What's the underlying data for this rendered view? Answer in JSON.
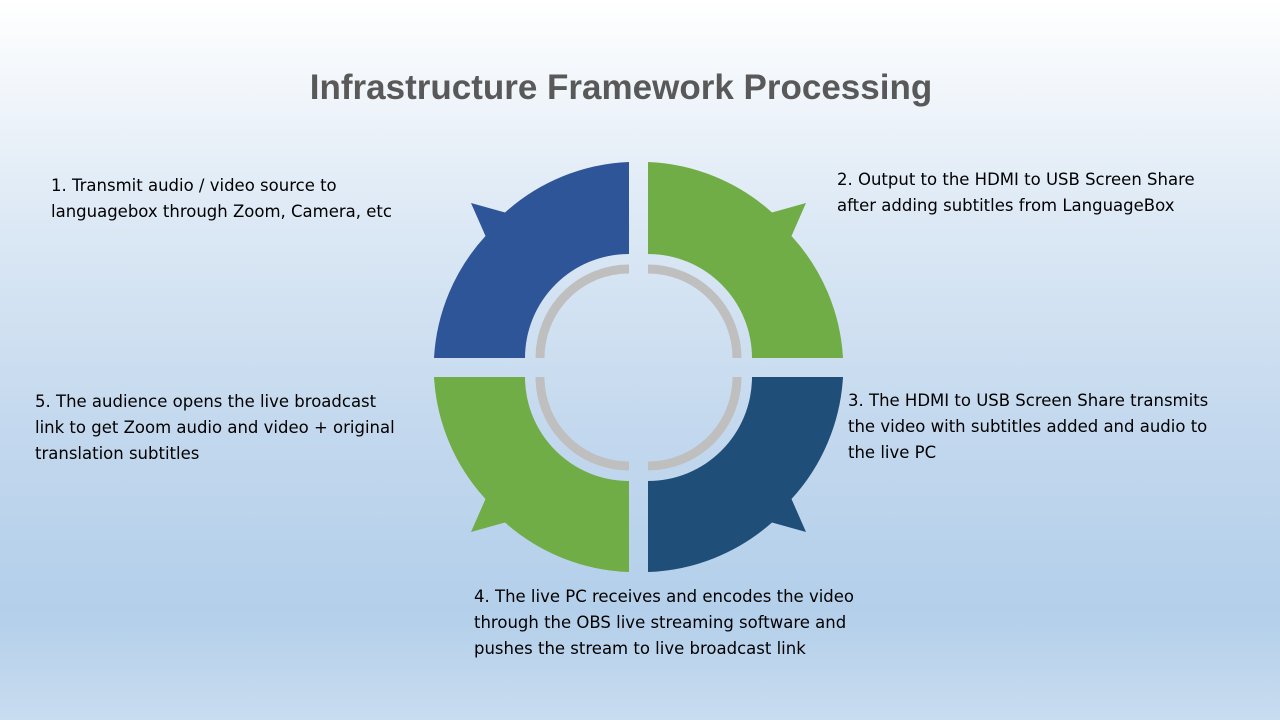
{
  "title": "Infrastructure Framework Processing",
  "colors": {
    "blue": "#2e5597",
    "dark_blue": "#1f4e79",
    "green": "#70ad47",
    "ring": "#bfbfbf",
    "title": "#595959"
  },
  "steps": [
    {
      "lines": [
        "1. Transmit audio / video source to",
        "languagebox through Zoom, Camera, etc"
      ]
    },
    {
      "lines": [
        "2. Output to the HDMI to USB Screen Share",
        "after adding subtitles from LanguageBox"
      ]
    },
    {
      "lines": [
        "3. The HDMI to USB Screen Share transmits",
        "the video with subtitles added and audio to",
        "the live PC"
      ]
    },
    {
      "lines": [
        "4. The live PC receives and encodes the video",
        "through the OBS live streaming software and",
        "pushes the stream to live broadcast link"
      ]
    },
    {
      "lines": [
        "5. The audience opens the live broadcast",
        "link to get Zoom audio and video + original",
        "translation subtitles"
      ]
    }
  ]
}
